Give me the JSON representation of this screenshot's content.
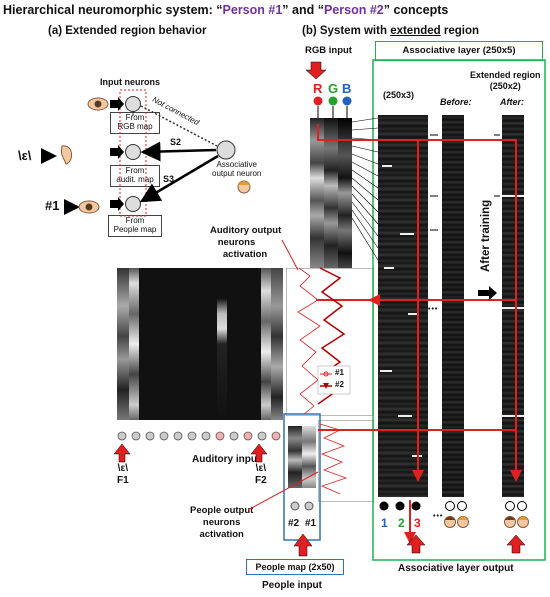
{
  "title": {
    "prefix": "Hierarchical neuromorphic system: “",
    "person1": "Person #1",
    "mid": "” and “",
    "person2": "Person #2",
    "suffix": "” concepts"
  },
  "panel_a": {
    "heading": "(a) Extended  region behavior",
    "input_neurons": "Input neurons",
    "not_connected": "Not connected",
    "s2": "S2",
    "s3": "S3",
    "assoc_neuron": [
      "Associative",
      "output neuron"
    ],
    "sym_epsilon": "\\ε\\",
    "sym_person1": "#1",
    "from_rgb": [
      "From",
      "RGB map"
    ],
    "from_audit": [
      "From",
      "audit. map"
    ],
    "from_people": [
      "From",
      "People map"
    ]
  },
  "panel_b": {
    "heading_prefix": "(b) System with ",
    "heading_underlined": "extended",
    "heading_suffix": " region",
    "rgb_input": "RGB input",
    "rgb_letters": [
      "R",
      "G",
      "B"
    ],
    "assoc_layer": "Associative layer (250x5)",
    "extended_region": [
      "Extended region",
      "(250x2)"
    ],
    "dim_250x3": "(250x3)",
    "before": "Before:",
    "after": "After:",
    "after_training": "After training",
    "ellipsis": "•••",
    "col_numbers": [
      "1",
      "2",
      "3"
    ],
    "assoc_output": "Associative layer output"
  },
  "auditory": {
    "output_label": [
      "Auditory output",
      "neurons",
      "activation"
    ],
    "legend": [
      "#1",
      "#2"
    ],
    "input_label": "Auditory input",
    "f1": [
      "\\ε\\",
      "F1"
    ],
    "f2": [
      "\\ε\\",
      "F2"
    ]
  },
  "people": {
    "output_label": [
      "People output",
      "neurons",
      "activation"
    ],
    "col_labels": [
      "#2",
      "#1"
    ],
    "map_label": "People map (2x50)",
    "input_label": "People input"
  },
  "colors": {
    "purple": "#7030a0",
    "red": "#e02020",
    "green_box": "#1fb050",
    "blue_box": "#2e75b6",
    "r": "#e02020",
    "g": "#22a030",
    "b": "#2060c0"
  }
}
